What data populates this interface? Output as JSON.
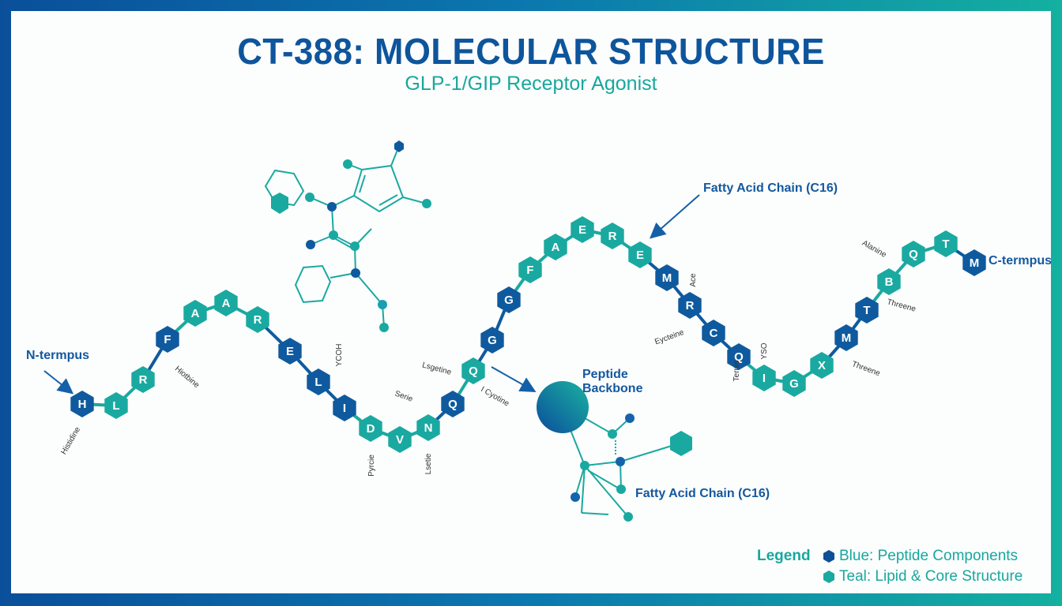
{
  "header": {
    "title": "CT-388: MOLECULAR STRUCTURE",
    "subtitle": "GLP-1/GIP Receptor Agonist"
  },
  "colors": {
    "blue": "#0f5a9e",
    "teal": "#1aa9a0",
    "title": "#0d559c"
  },
  "residues": [
    {
      "letter": "H",
      "type": "blue"
    },
    {
      "letter": "L",
      "type": "teal"
    },
    {
      "letter": "R",
      "type": "teal"
    },
    {
      "letter": "F",
      "type": "blue"
    },
    {
      "letter": "A",
      "type": "teal"
    },
    {
      "letter": "A",
      "type": "teal"
    },
    {
      "letter": "R",
      "type": "teal"
    },
    {
      "letter": "E",
      "type": "blue"
    },
    {
      "letter": "L",
      "type": "blue"
    },
    {
      "letter": "I",
      "type": "blue"
    },
    {
      "letter": "D",
      "type": "teal"
    },
    {
      "letter": "V",
      "type": "teal"
    },
    {
      "letter": "N",
      "type": "teal"
    },
    {
      "letter": "Q",
      "type": "blue"
    },
    {
      "letter": "Q",
      "type": "teal"
    },
    {
      "letter": "G",
      "type": "blue"
    },
    {
      "letter": "G",
      "type": "blue"
    },
    {
      "letter": "F",
      "type": "teal"
    },
    {
      "letter": "A",
      "type": "teal"
    },
    {
      "letter": "E",
      "type": "teal"
    },
    {
      "letter": "R",
      "type": "teal"
    },
    {
      "letter": "E",
      "type": "teal"
    },
    {
      "letter": "M",
      "type": "blue"
    },
    {
      "letter": "R",
      "type": "blue"
    },
    {
      "letter": "C",
      "type": "blue"
    },
    {
      "letter": "Q",
      "type": "blue"
    },
    {
      "letter": "I",
      "type": "teal"
    },
    {
      "letter": "G",
      "type": "teal"
    },
    {
      "letter": "X",
      "type": "teal"
    },
    {
      "letter": "M",
      "type": "blue"
    },
    {
      "letter": "T",
      "type": "blue"
    },
    {
      "letter": "B",
      "type": "teal"
    },
    {
      "letter": "Q",
      "type": "teal"
    },
    {
      "letter": "T",
      "type": "teal"
    },
    {
      "letter": "M",
      "type": "blue"
    }
  ],
  "residue_labels": [
    "Histidine",
    "Hiotbine",
    "YCOH",
    "Serie",
    "Lsgetine",
    "I Cyotine",
    "Pyrcie",
    "Lsetie",
    "Eycteine",
    "Ace",
    "Threene",
    "Threene",
    "Alanine",
    "Ternis",
    "YSO"
  ],
  "callouts": {
    "n_terminus": "N-termpus",
    "c_terminus": "C-termpus",
    "fatty_acid_top": "Fatty Acid Chain (C16)",
    "peptide_backbone_1": "Peptide",
    "peptide_backbone_2": "Backbone",
    "fatty_acid_bottom": "Fatty Acid Chain (C16)"
  },
  "legend": {
    "title": "Legend",
    "items": [
      {
        "label": "Blue: Peptide Components",
        "color": "#0f4f96"
      },
      {
        "label": "Teal: Lipid & Core Structure",
        "color": "#1aa9a0"
      }
    ]
  }
}
